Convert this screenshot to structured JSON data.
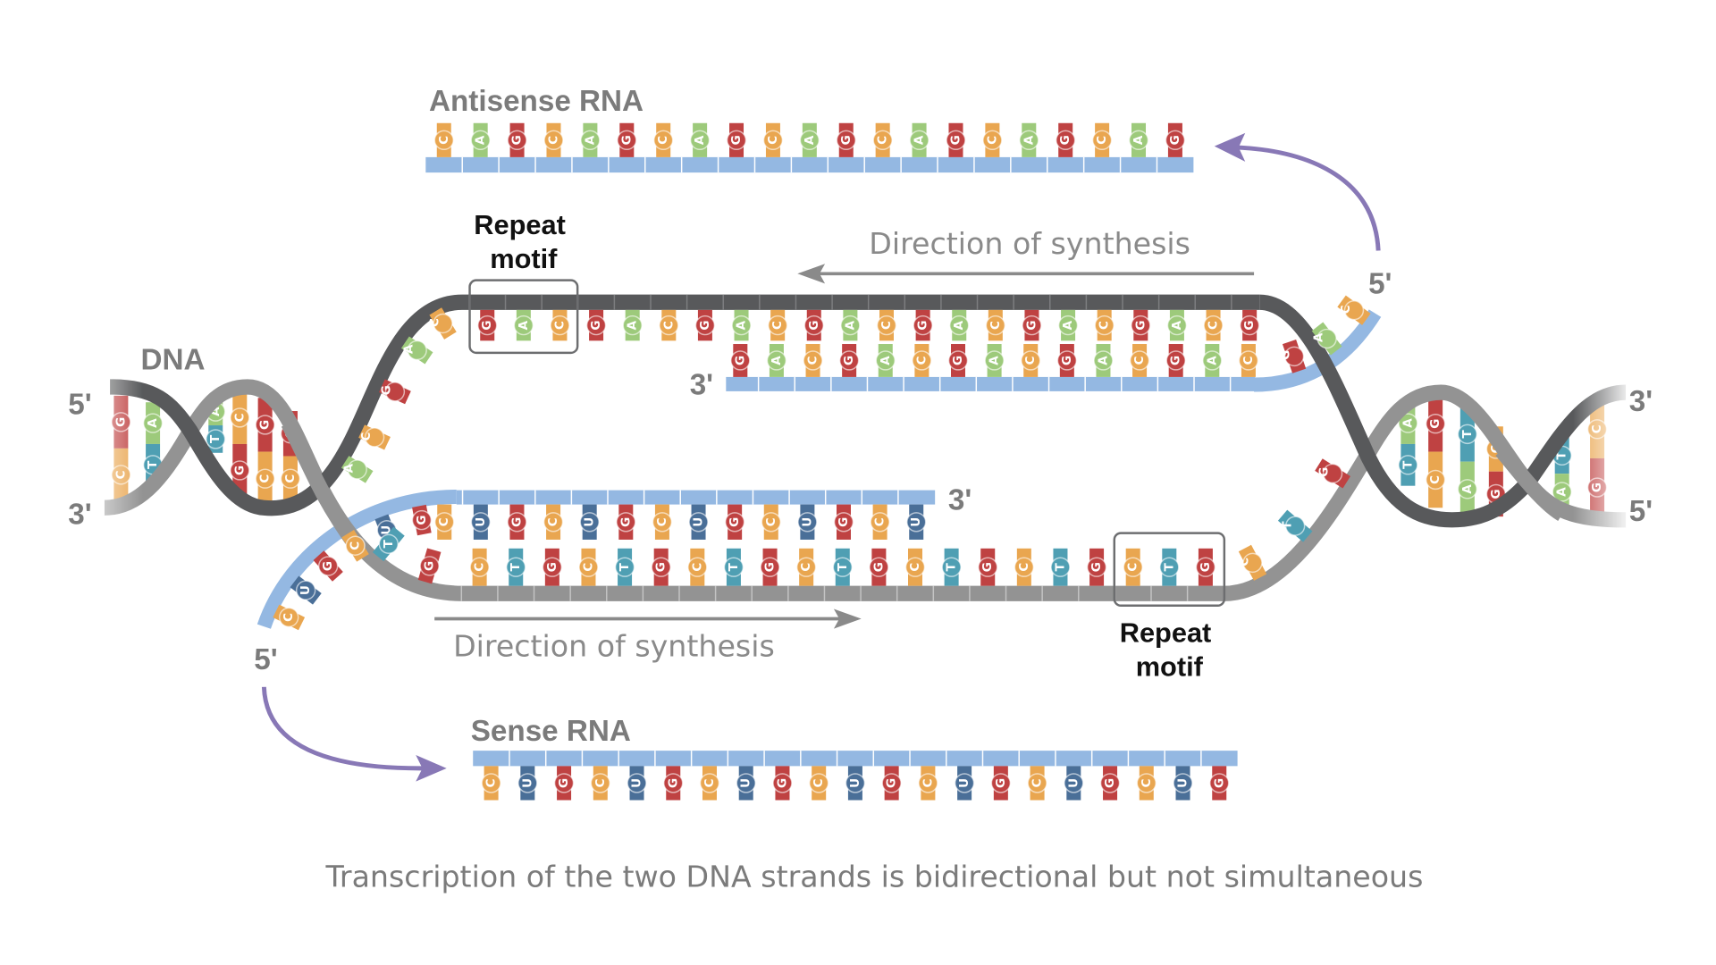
{
  "labels": {
    "dna": "DNA",
    "direction_top": "Direction of synthesis",
    "direction_bottom": "Direction of synthesis",
    "repeat_motif_top": [
      "Repeat",
      "motif"
    ],
    "repeat_motif_bottom": [
      "Repeat",
      "motif"
    ],
    "caption": "Transcription of the two DNA strands is bidirectional but not simultaneous",
    "primes": {
      "helix_left_top": "5'",
      "helix_left_bottom": "3'",
      "helix_right_top": "3'",
      "helix_right_bottom": "5'",
      "antisense_nascent_5": "5'",
      "antisense_nascent_3": "3'",
      "sense_nascent_3": "3'",
      "sense_nascent_5": "5'"
    }
  },
  "antisense_rna": {
    "title": "Antisense RNA",
    "sequence": "CAGCAGCAGCAGCAGCAGCAG"
  },
  "sense_rna": {
    "title": "Sense RNA",
    "sequence": "CUGCUGCUGCUGCUGCUGCUG"
  },
  "bubble": {
    "template_top": {
      "curve_left": "CAGCA",
      "straight": "GACGACGACGACGACGACGACG"
    },
    "nascent_antisense": {
      "straight": "GACGACGACGACGAC",
      "curve": "GAC"
    },
    "nascent_sense": {
      "straight": "CUGCUGCUGCUGCU",
      "curve": "GUCGUC"
    },
    "template_bottom": {
      "curve_left": "GT",
      "straight": "CTGCTGCTGCTGCTGCTGCTG",
      "curve_right": "CTG"
    }
  },
  "helix_left": {
    "pairs": [
      [
        "G",
        "C"
      ],
      [
        "A",
        "T"
      ],
      [
        "A",
        "T"
      ],
      [
        "C",
        "G"
      ],
      [
        "G",
        "C"
      ],
      [
        "G",
        "C"
      ]
    ]
  },
  "helix_right": {
    "pairs": [
      [
        "A",
        "T"
      ],
      [
        "G",
        "C"
      ],
      [
        "T",
        "A"
      ],
      [
        "C",
        "G"
      ],
      [
        "T",
        "A"
      ],
      [
        "C",
        "G"
      ]
    ]
  },
  "colors": {
    "C": "#e9a650",
    "A": "#9dca7b",
    "G": "#bf4242",
    "T": "#4f9fb3",
    "U": "#4a6f98",
    "rna_backbone": "#94b8e2",
    "dna_strand_dark": "#58595b",
    "dna_strand_light": "#939393",
    "synthesis_arrow": "#8878b6"
  }
}
